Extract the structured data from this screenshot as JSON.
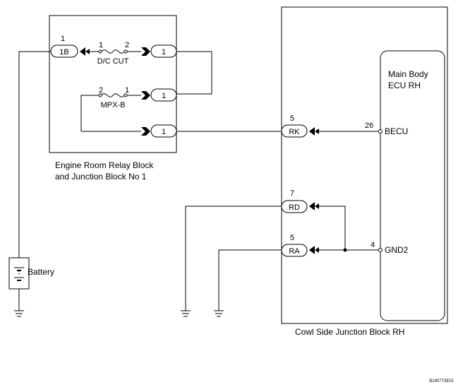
{
  "relay_block": {
    "caption_line1": "Engine Room Relay Block",
    "caption_line2": "and Junction Block No  1",
    "connectors": [
      "1B",
      "1",
      "1",
      "1"
    ],
    "connector_pins": [
      "1"
    ],
    "fuses": [
      {
        "name": "D/C CUT",
        "pin_left": "1",
        "pin_right": "2"
      },
      {
        "name": "MPX-B",
        "pin_left": "2",
        "pin_right": "1"
      }
    ]
  },
  "cowl_block": {
    "caption": "Cowl Side Junction Block RH",
    "connectors": [
      {
        "label": "RK",
        "pin": "5"
      },
      {
        "label": "RD",
        "pin": "7"
      },
      {
        "label": "RA",
        "pin": "5"
      }
    ]
  },
  "ecu": {
    "title_line1": "Main Body",
    "title_line2": "ECU RH",
    "terminals": [
      {
        "name": "BECU",
        "pin": "26"
      },
      {
        "name": "GND2",
        "pin": "4"
      }
    ]
  },
  "battery_label": "Battery",
  "figure_id": "B190773E01"
}
